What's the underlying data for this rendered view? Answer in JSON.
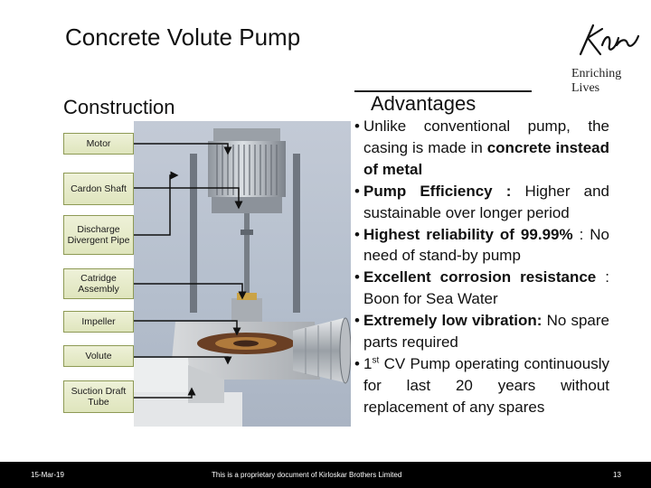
{
  "header": {
    "title": "Concrete Volute Pump",
    "logo_signature": "Kirloskar",
    "tagline": "Enriching Lives"
  },
  "construction": {
    "heading": "Construction",
    "labels": [
      "Motor",
      "Cardon Shaft",
      "Discharge Divergent Pipe",
      "Catridge Assembly",
      "Impeller",
      "Volute",
      "Suction Draft Tube"
    ]
  },
  "advantages": {
    "heading": "Advantages",
    "bullet": "•",
    "items": [
      {
        "pre": "Unlike conventional pump, the casing is made in ",
        "bold": "concrete instead of metal",
        "post": ""
      },
      {
        "pre": "",
        "bold": "Pump Efficiency :",
        "post": " Higher and sustainable over longer period"
      },
      {
        "pre": "",
        "bold": "Highest reliability of 99.99%",
        "post": " : No need of stand-by pump"
      },
      {
        "pre": "",
        "bold": "Excellent corrosion resistance",
        "post": " : Boon for Sea Water"
      },
      {
        "pre": "",
        "bold": "Extremely low vibration:",
        "post": " No spare parts required"
      },
      {
        "pre": "1",
        "sup": "st",
        "post": " CV Pump operating continuously for last 20 years without replacement of any spares"
      }
    ]
  },
  "footer": {
    "date": "15-Mar-19",
    "proprietary": "This is a proprietary document of Kirloskar Brothers Limited",
    "page_number": "13"
  },
  "colors": {
    "label_fill": "#e6ebc9",
    "label_border": "#8e9a55",
    "panel_bg": "#b8c1cf",
    "footer_bg": "#000000"
  }
}
